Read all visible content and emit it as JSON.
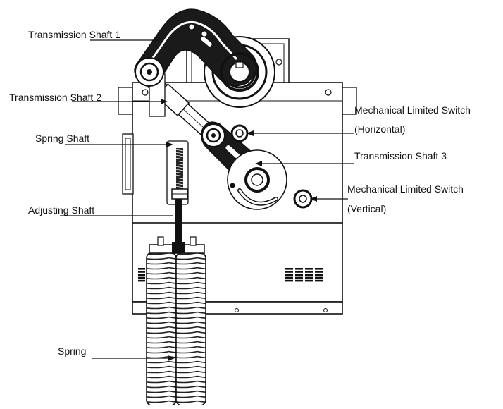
{
  "labels": {
    "transmission_shaft_1": "Transmission Shaft 1",
    "transmission_shaft_2": "Transmission Shaft 2",
    "spring_shaft": "Spring  Shaft",
    "adjusting_shaft": "Adjusting Shaft",
    "spring": "Spring",
    "mech_switch_horizontal_line1": "Mechanical Limited Switch",
    "mech_switch_horizontal_line2": "(Horizontal)",
    "transmission_shaft_3": "Transmission Shaft 3",
    "mech_switch_vertical_line1": "Mechanical Limited Switch",
    "mech_switch_vertical_line2": "(Vertical)"
  },
  "colors": {
    "line": "#111111",
    "fill": "#ffffff",
    "dark": "#1a1a1a"
  }
}
